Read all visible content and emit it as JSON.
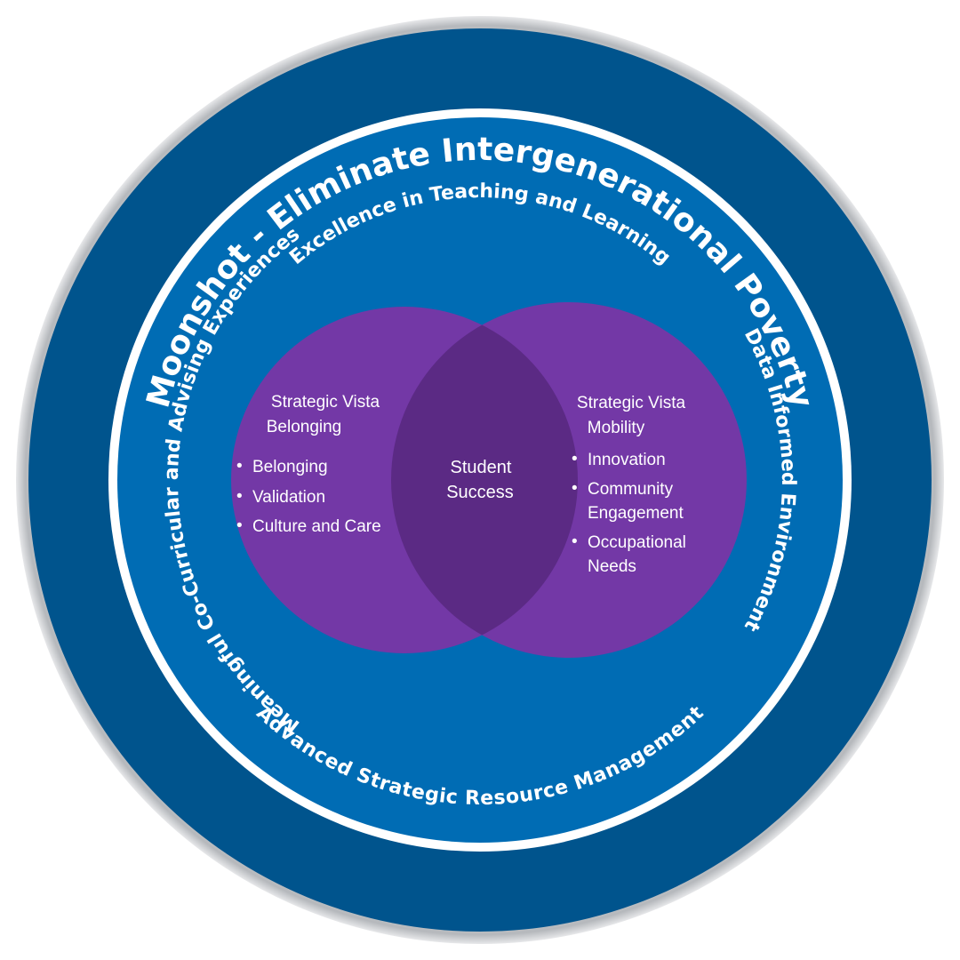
{
  "colors": {
    "outer_ring": "#00548d",
    "inner_disc": "#006cb4",
    "separator": "#ffffff",
    "circle_fill": "#7338a6",
    "overlap_fill": "#5b2a84",
    "text": "#ffffff"
  },
  "outer_ring": {
    "title": "Moonshot - Eliminate Intergenerational Poverty"
  },
  "inner_ring": {
    "top": "Excellence in Teaching and Learning",
    "right": "Data Informed Environment",
    "bottom": "Advanced Strategic Resource Management",
    "left": "Meaningful Co-Curricular and Advising Experiences"
  },
  "left_circle": {
    "title_line1": "Strategic Vista",
    "title_line2": "Belonging",
    "items": [
      "Belonging",
      "Validation",
      "Culture and Care"
    ]
  },
  "right_circle": {
    "title_line1": "Strategic Vista",
    "title_line2": "Mobility",
    "items": [
      {
        "line1": "Innovation",
        "line2": ""
      },
      {
        "line1": "Community",
        "line2": "Engagement"
      },
      {
        "line1": "Occupational",
        "line2": "Needs"
      }
    ]
  },
  "center": {
    "line1": "Student",
    "line2": "Success"
  },
  "bullet": "•"
}
